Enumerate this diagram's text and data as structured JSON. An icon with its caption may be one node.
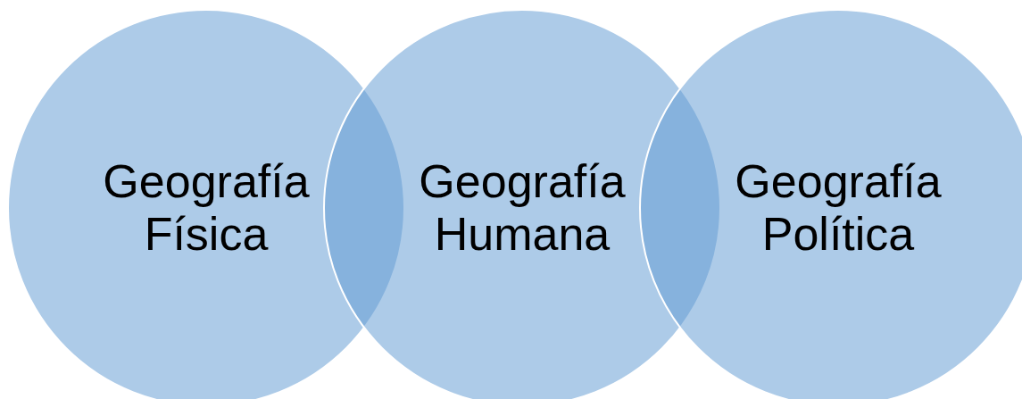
{
  "diagram": {
    "nodes": [
      {
        "text": [
          "Geografía Física"
        ]
      },
      {
        "text": [
          "Geografía Humana"
        ]
      },
      {
        "text": [
          "Geografía Política"
        ]
      }
    ]
  }
}
